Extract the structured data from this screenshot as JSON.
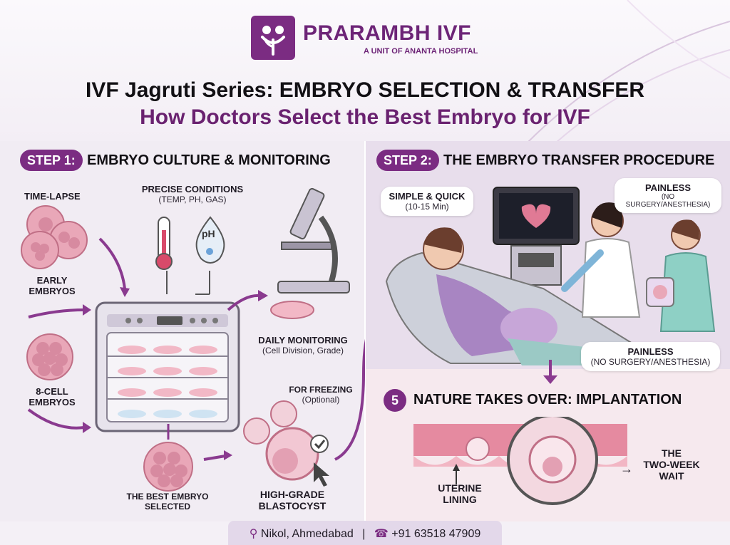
{
  "brand": {
    "name": "PRARAMBH IVF",
    "subtitle": "A UNIT OF ANANTA HOSPITAL"
  },
  "title": {
    "line1": "IVF Jagruti Series: EMBRYO SELECTION & TRANSFER",
    "line2": "How Doctors Select the Best Embryo for IVF"
  },
  "step1": {
    "badge": "STEP 1:",
    "title": "EMBRYO CULTURE & MONITORING",
    "time_lapse": "TIME-LAPSE",
    "early_embryos_1": "EARLY",
    "early_embryos_2": "EMBRYOS",
    "eight_cell_1": "8-CELL",
    "eight_cell_2": "EMBRYOS",
    "precise_conditions": "PRECISE CONDITIONS",
    "precise_conditions_sub": "(TEMP, PH, GAS)",
    "ph_label": "pH",
    "daily_monitoring": "DAILY MONITORING",
    "daily_monitoring_sub": "(Cell Division, Grade)",
    "for_freezing": "FOR FREEZING",
    "for_freezing_sub": "(Optional)",
    "best_embryo_1": "THE BEST EMBRYO",
    "best_embryo_2": "SELECTED",
    "high_grade_1": "HIGH-GRADE",
    "high_grade_2": "BLASTOCYST"
  },
  "step2": {
    "badge": "STEP 2:",
    "title": "THE EMBRYO TRANSFER PROCEDURE",
    "simple_quick": "SIMPLE & QUICK",
    "simple_quick_sub": "(10-15 Min)",
    "painless_top": "PAINLESS",
    "painless_top_sub": "(NO SURGERY/ANESTHESIA)",
    "painless_bottom": "PAINLESS",
    "painless_bottom_sub": "(NO SURGERY/ANESTHESIA)"
  },
  "step5": {
    "badge": "5",
    "title": "NATURE TAKES OVER: IMPLANTATION",
    "uterine_1": "UTERINE",
    "uterine_2": "LINING",
    "two_week_1": "THE",
    "two_week_2": "TWO-WEEK",
    "two_week_3": "WAIT"
  },
  "footer": {
    "location": "Nikol, Ahmedabad",
    "separator": "|",
    "phone": "+91 63518 47909"
  },
  "colors": {
    "brand_purple": "#7b2c82",
    "title_purple": "#6a2270",
    "embryo_pink": "#e9a7b8"
  },
  "icons": [
    "logo-icon",
    "thermometer-icon",
    "ph-drop-icon",
    "microscope-icon",
    "incubator-icon",
    "checkmark-icon",
    "cursor-icon",
    "location-icon",
    "phone-icon",
    "ultrasound-monitor-icon"
  ]
}
